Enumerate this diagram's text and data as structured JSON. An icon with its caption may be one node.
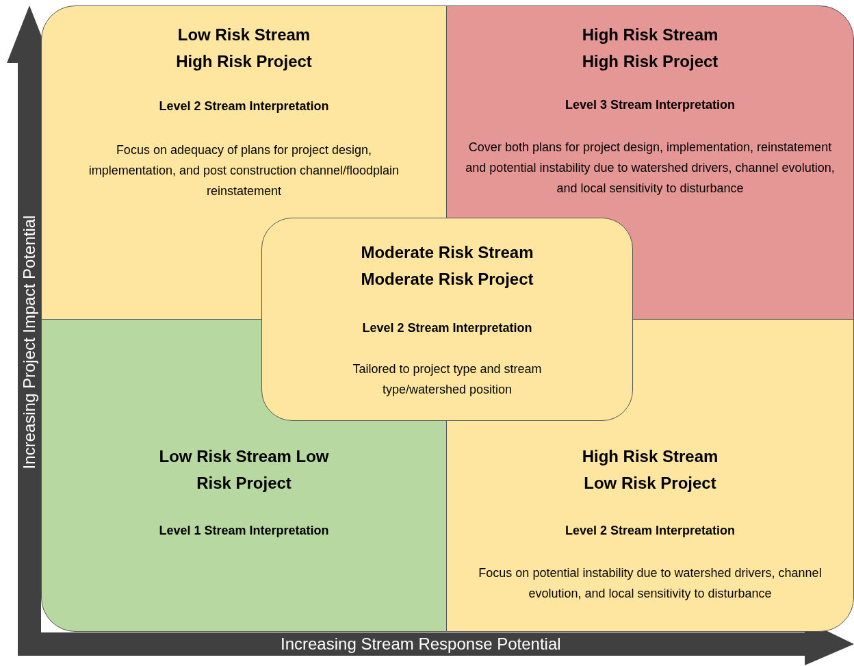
{
  "diagram": {
    "nodes": [
      {
        "text": [
          "Low Risk Stream High Risk Project",
          "Level 2 Stream Interpretation",
          "Focus on adequacy of plans for project design, implementation, and post construction channel/floodplain reinstatement"
        ]
      },
      {
        "text": [
          "High Risk Stream High Risk Project",
          "Level 3 Stream Interpretation",
          "Cover both plans for project design, implementation, reinstatement and potential instability due to watershed drivers, channel evolution, and local sensitivity to disturbance"
        ]
      },
      {
        "text": [
          "Low Risk Stream Low Risk Project",
          "Level 1 Stream Interpretation"
        ]
      },
      {
        "text": [
          "High Risk Stream Low Risk Project",
          "Level 2 Stream Interpretation",
          "Focus on potential instability due to watershed drivers, channel evolution, and local sensitivity to disturbance"
        ]
      },
      {
        "text": [
          "Moderate Risk Stream Moderate Risk Project",
          "Level 2 Stream Interpretation",
          "Tailored to project type and stream type/watershed position"
        ]
      }
    ],
    "edges": [],
    "labels": [
      "Increasing Project Impact Potential",
      "Increasing Stream Response Potential"
    ]
  }
}
